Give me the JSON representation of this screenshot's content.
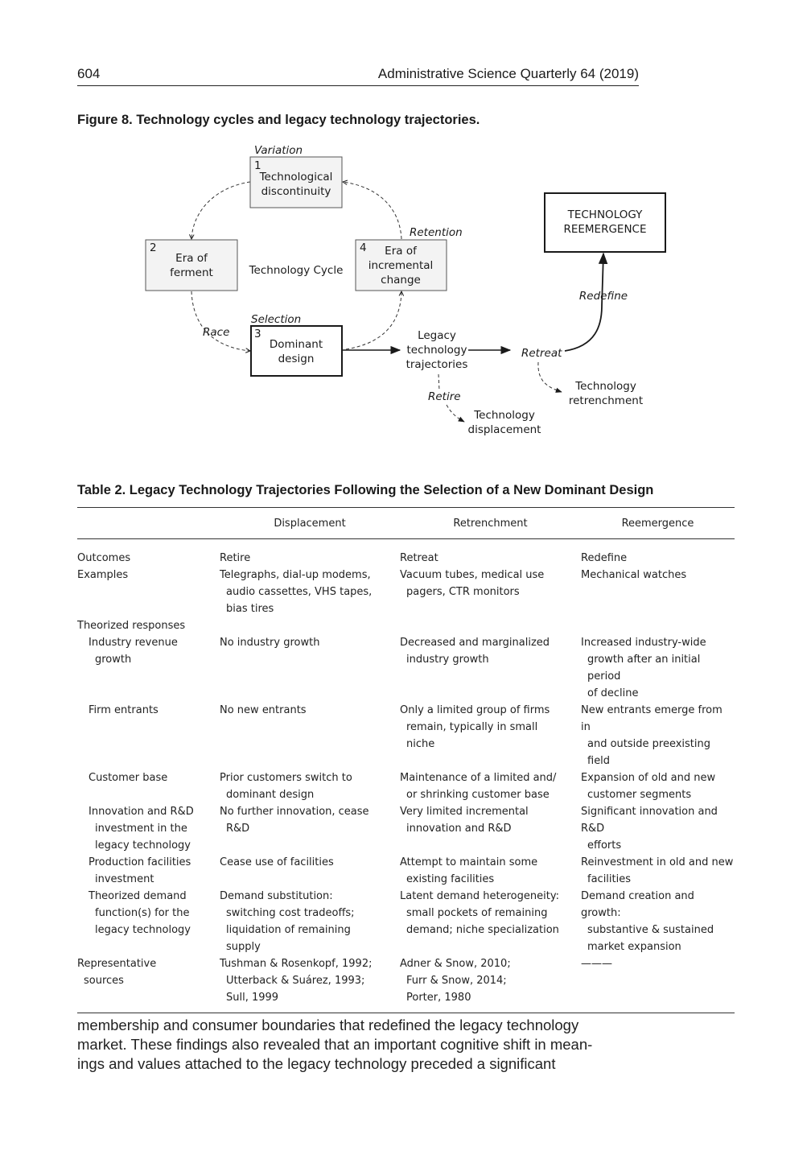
{
  "header": {
    "page_number": "604",
    "journal": "Administrative Science Quarterly 64 (2019)"
  },
  "figure": {
    "caption": "Figure 8.  Technology cycles and legacy technology trajectories.",
    "labels": {
      "variation": "Variation",
      "retention": "Retention",
      "selection": "Selection",
      "race": "Race",
      "cycle": "Technology Cycle",
      "redefine": "Redefine",
      "retreat": "Retreat",
      "retire": "Retire"
    },
    "boxes": {
      "discontinuity": {
        "number": "1",
        "lines": [
          "Technological",
          "discontinuity"
        ]
      },
      "ferment": {
        "number": "2",
        "lines": [
          "Era of",
          "ferment"
        ]
      },
      "dominant": {
        "number": "3",
        "lines": [
          "Dominant",
          "design"
        ]
      },
      "incremental": {
        "number": "4",
        "lines": [
          "Era of",
          "incremental",
          "change"
        ]
      },
      "reemergence": {
        "lines": [
          "TECHNOLOGY",
          "REEMERGENCE"
        ]
      }
    },
    "nodes": {
      "legacy": [
        "Legacy",
        "technology",
        "trajectories"
      ],
      "retrenchment": [
        "Technology",
        "retrenchment"
      ],
      "displacement": [
        "Technology",
        "displacement"
      ]
    }
  },
  "table": {
    "title": "Table 2.  Legacy Technology Trajectories Following the Selection of a New Dominant Design",
    "columns": [
      "",
      "Displacement",
      "Retrenchment",
      "Reemergence"
    ],
    "rows": [
      {
        "label": [
          "Outcomes"
        ],
        "kind": "top",
        "cells": [
          [
            "Retire"
          ],
          [
            "Retreat"
          ],
          [
            "Redefine"
          ]
        ]
      },
      {
        "label": [
          "Examples"
        ],
        "kind": "top",
        "cells": [
          [
            "Telegraphs, dial-up modems,",
            "audio cassettes, VHS tapes,",
            "bias tires"
          ],
          [
            "Vacuum tubes, medical use",
            "pagers, CTR monitors"
          ],
          [
            "Mechanical watches"
          ]
        ]
      },
      {
        "label": [
          "Theorized responses"
        ],
        "kind": "section",
        "cells": [
          [],
          [],
          []
        ]
      },
      {
        "label": [
          "Industry revenue",
          "growth"
        ],
        "kind": "sub",
        "cells": [
          [
            "No industry growth"
          ],
          [
            "Decreased and marginalized",
            "industry growth"
          ],
          [
            "Increased industry-wide",
            "growth after an initial period",
            "of decline"
          ]
        ]
      },
      {
        "label": [
          "Firm entrants"
        ],
        "kind": "sub",
        "cells": [
          [
            "No new entrants"
          ],
          [
            "Only a limited group of firms",
            "remain, typically in small",
            "niche"
          ],
          [
            "New entrants emerge from in",
            "and outside preexisting field"
          ]
        ]
      },
      {
        "label": [
          "Customer base"
        ],
        "kind": "sub",
        "cells": [
          [
            "Prior customers switch to",
            "dominant design"
          ],
          [
            "Maintenance of a limited and/",
            "or shrinking customer base"
          ],
          [
            "Expansion of old and new",
            "customer segments"
          ]
        ]
      },
      {
        "label": [
          "Innovation and R&D",
          "investment in the",
          "legacy technology"
        ],
        "kind": "sub",
        "cells": [
          [
            "No further innovation, cease",
            "R&D"
          ],
          [
            "Very limited incremental",
            "innovation and R&D"
          ],
          [
            "Significant innovation and R&D",
            "efforts"
          ]
        ]
      },
      {
        "label": [
          "Production facilities",
          "investment"
        ],
        "kind": "sub",
        "cells": [
          [
            "Cease use of facilities"
          ],
          [
            "Attempt to maintain some",
            "existing facilities"
          ],
          [
            "Reinvestment in old and new",
            "facilities"
          ]
        ]
      },
      {
        "label": [
          "Theorized demand",
          "function(s) for the",
          "legacy technology"
        ],
        "kind": "sub",
        "cells": [
          [
            "Demand substitution:",
            "switching cost tradeoffs;",
            "liquidation of remaining",
            "supply"
          ],
          [
            "Latent demand heterogeneity:",
            "small pockets of remaining",
            "demand; niche specialization"
          ],
          [
            "Demand creation and growth:",
            "substantive & sustained",
            "market expansion"
          ]
        ]
      },
      {
        "label": [
          "Representative",
          "sources"
        ],
        "kind": "top",
        "cells": [
          [
            "Tushman & Rosenkopf, 1992;",
            "Utterback & Suárez, 1993;",
            "Sull, 1999"
          ],
          [
            "Adner & Snow, 2010;",
            "Furr & Snow, 2014;",
            "Porter, 1980"
          ],
          [
            "———"
          ]
        ]
      }
    ]
  },
  "body_text": [
    "membership and consumer boundaries that redefined the legacy technology",
    "market. These findings also revealed that an important cognitive shift in mean-",
    "ings and values attached to the legacy technology preceded a significant"
  ]
}
